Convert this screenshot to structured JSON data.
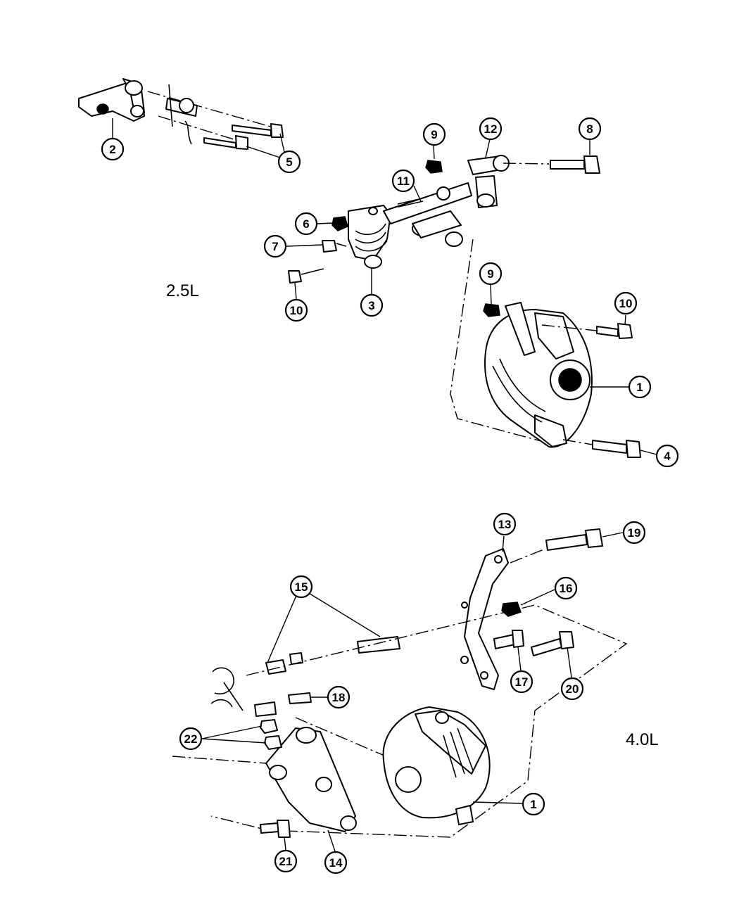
{
  "engine_labels": {
    "upper": "2.5L",
    "lower": "4.0L"
  },
  "callouts": {
    "c1a": "1",
    "c1b": "1",
    "c2": "2",
    "c3": "3",
    "c4": "4",
    "c5": "5",
    "c6": "6",
    "c7": "7",
    "c8": "8",
    "c9a": "9",
    "c9b": "9",
    "c10a": "10",
    "c10b": "10",
    "c11": "11",
    "c12": "12",
    "c13": "13",
    "c14": "14",
    "c15": "15",
    "c16": "16",
    "c17": "17",
    "c18": "18",
    "c19": "19",
    "c20": "20",
    "c21": "21",
    "c22": "22"
  }
}
